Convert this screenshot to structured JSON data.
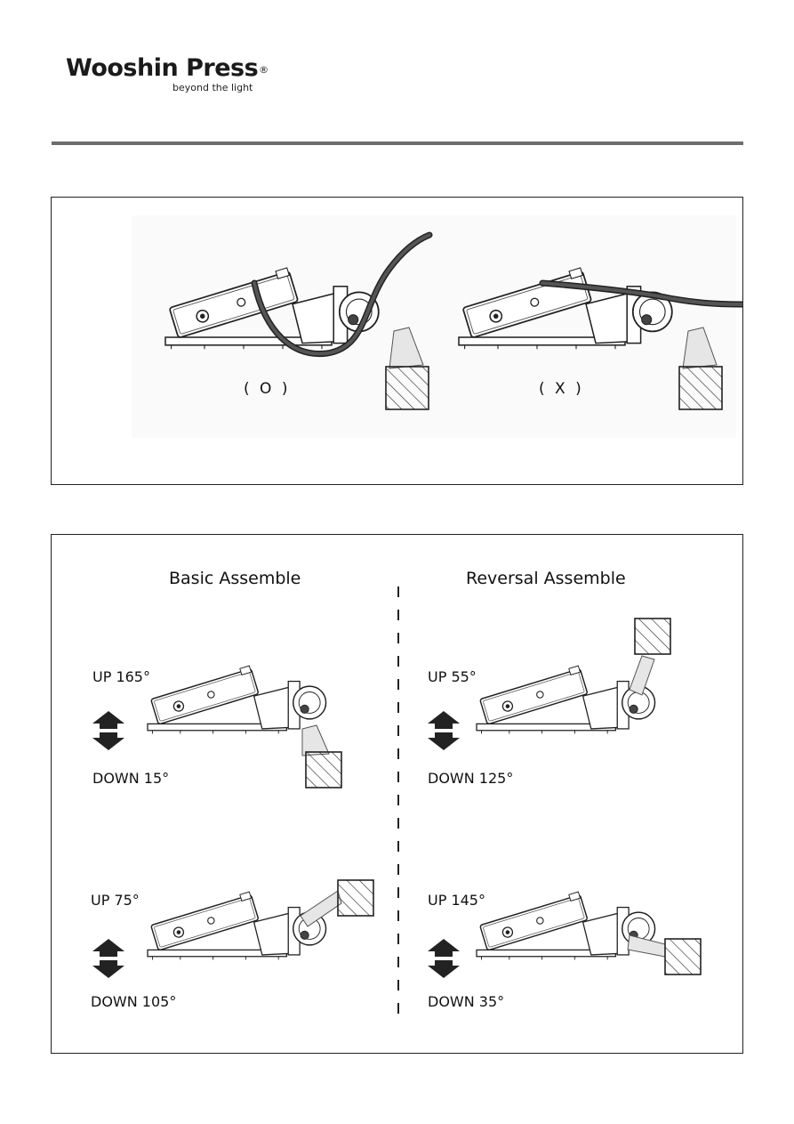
{
  "brand": {
    "name": "Wooshin Press",
    "registered": "®",
    "tagline": "beyond the light"
  },
  "wiring": {
    "correct_label": "( O )",
    "incorrect_label": "( X )"
  },
  "assembly": {
    "basic": {
      "title": "Basic Assemble",
      "config1": {
        "up": "UP 165°",
        "down": "DOWN 15°"
      },
      "config2": {
        "up": "UP 75°",
        "down": "DOWN 105°"
      }
    },
    "reversal": {
      "title": "Reversal Assemble",
      "config1": {
        "up": "UP 55°",
        "down": "DOWN 125°"
      },
      "config2": {
        "up": "UP 145°",
        "down": "DOWN 35°"
      }
    }
  },
  "colors": {
    "rule": "#6d6d6d",
    "cable": "#3a3a3a",
    "mount": "#e6e6e6"
  }
}
